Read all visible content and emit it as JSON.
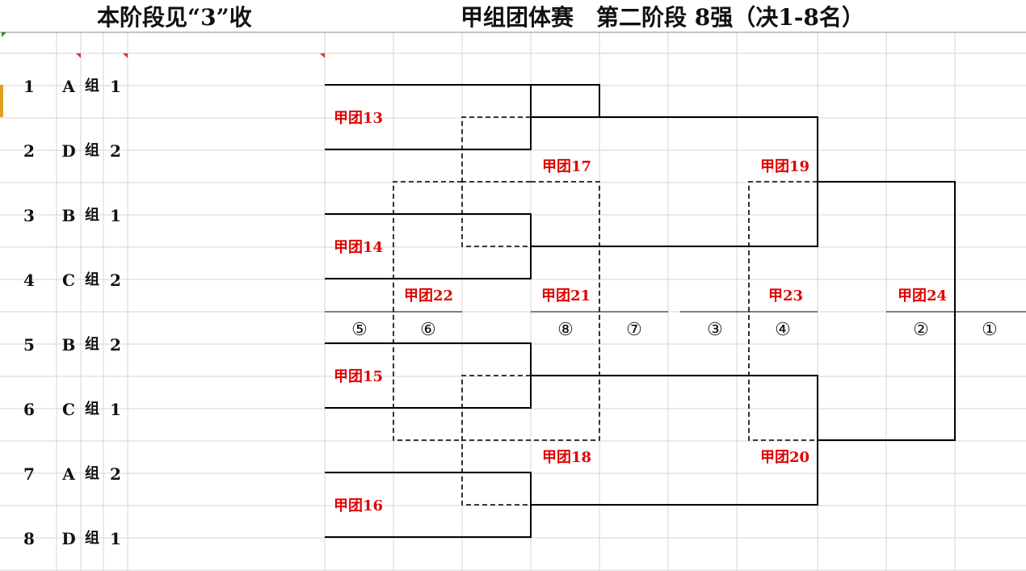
{
  "title_left": "本阶段见“3”收",
  "title_right": "甲组团体赛　第二阶段 8强（决1-8名）",
  "teams": [
    {
      "num": "1",
      "group": "A",
      "label": "组",
      "rank": "1"
    },
    {
      "num": "2",
      "group": "D",
      "label": "组",
      "rank": "2"
    },
    {
      "num": "3",
      "group": "B",
      "label": "组",
      "rank": "1"
    },
    {
      "num": "4",
      "group": "C",
      "label": "组",
      "rank": "2"
    },
    {
      "num": "5",
      "group": "B",
      "label": "组",
      "rank": "2"
    },
    {
      "num": "6",
      "group": "C",
      "label": "组",
      "rank": "1"
    },
    {
      "num": "7",
      "group": "A",
      "label": "组",
      "rank": "2"
    },
    {
      "num": "8",
      "group": "D",
      "label": "组",
      "rank": "1"
    }
  ],
  "matches": {
    "m13": "甲团13",
    "m14": "甲团14",
    "m15": "甲团15",
    "m16": "甲团16",
    "m17": "甲团17",
    "m18": "甲团18",
    "m19": "甲团19",
    "m20": "甲团20",
    "m21": "甲团21",
    "m22": "甲团22",
    "m23": "甲23",
    "m24": "甲团24"
  },
  "places": {
    "p5": "⑤",
    "p6": "⑥",
    "p8": "⑧",
    "p7": "⑦",
    "p3": "③",
    "p4": "④",
    "p2": "②",
    "p1": "①"
  },
  "colors": {
    "match_label": "#e00000",
    "grid": "#d4d4d4",
    "bracket": "#000000"
  }
}
